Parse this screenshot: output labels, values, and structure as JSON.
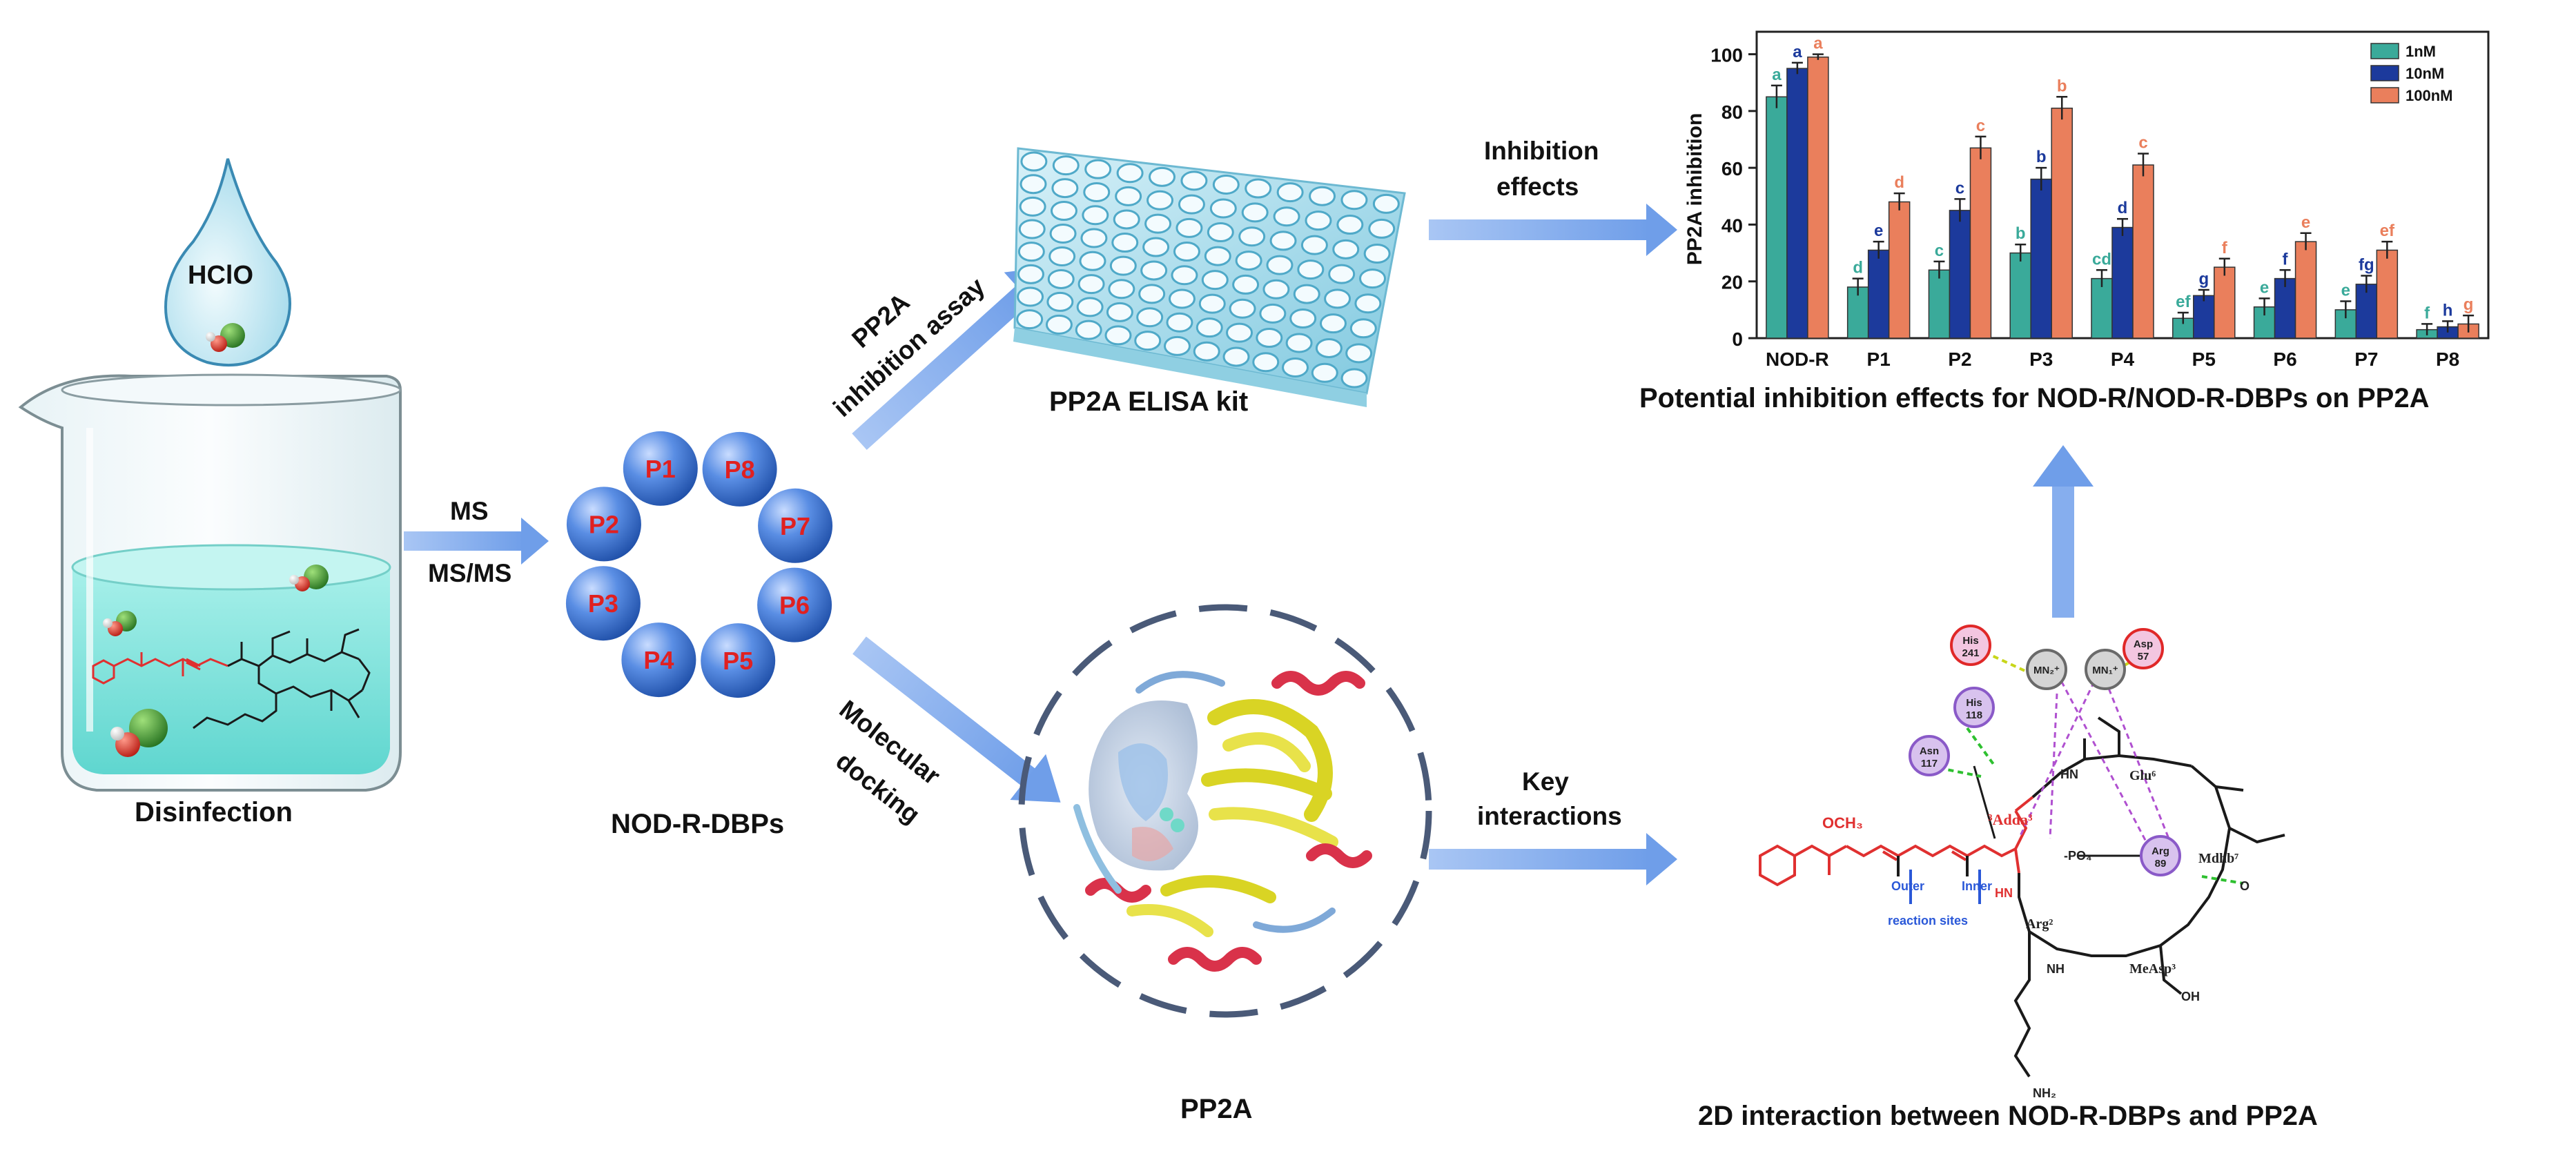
{
  "beaker": {
    "drop_label": "HClO",
    "caption": "Disinfection",
    "colors": {
      "liquid": "#8fe6e0",
      "drop": "#c6eef7",
      "structure": "#1a1a1a",
      "highlight": "#e03030"
    }
  },
  "step_ms": {
    "line1": "MS",
    "line2": "MS/MS"
  },
  "products": {
    "caption": "NOD-R-DBPs",
    "spheres": [
      "P1",
      "P8",
      "P7",
      "P6",
      "P5",
      "P4",
      "P3",
      "P2"
    ],
    "colors": {
      "sphere": "#4a7fd6",
      "label": "#e02020"
    }
  },
  "arrow_assay": {
    "line1": "PP2A",
    "line2": "inhibition assay"
  },
  "arrow_docking": {
    "line1": "Molecular",
    "line2": "docking"
  },
  "elisa": {
    "caption": "PP2A ELISA kit"
  },
  "protein": {
    "caption": "PP2A"
  },
  "arrow_inhibition": {
    "line1": "Inhibition",
    "line2": "effects"
  },
  "arrow_key": {
    "line1": "Key",
    "line2": "interactions"
  },
  "chart_caption": "Potential inhibition effects for NOD-R/NOD-R-DBPs on PP2A",
  "interaction_caption": "2D interaction between NOD-R-DBPs and PP2A",
  "interaction": {
    "residues": [
      {
        "name": "His",
        "num": "241",
        "style": "red"
      },
      {
        "name": "MN₂⁺",
        "num": "",
        "style": "gray"
      },
      {
        "name": "MN₁⁺",
        "num": "",
        "style": "gray"
      },
      {
        "name": "Asp",
        "num": "57",
        "style": "red"
      },
      {
        "name": "His",
        "num": "118",
        "style": "purple"
      },
      {
        "name": "Asn",
        "num": "117",
        "style": "purple"
      },
      {
        "name": "Arg",
        "num": "89",
        "style": "purple"
      }
    ],
    "labels": {
      "adda": "³Adda³",
      "och3": "OCH₃",
      "outer": "Outer",
      "inner": "Inner",
      "reaction_sites": "reaction sites",
      "po4": "-PO₄",
      "mdhb": "Mdhb⁷",
      "glu": "Glu⁶",
      "arg2": "Arg²",
      "measp": "MeAsp³",
      "oh": "OH",
      "nh2": "NH₂",
      "hn": "HN",
      "nh": "NH",
      "o": "O",
      "hn_red": "HN"
    }
  },
  "chart_data": {
    "type": "bar",
    "categories": [
      "NOD-R",
      "P1",
      "P2",
      "P3",
      "P4",
      "P5",
      "P6",
      "P7",
      "P8"
    ],
    "ylabel": "PP2A inhibition",
    "xlabel": "",
    "ylim": [
      0,
      105
    ],
    "yticks": [
      0,
      20,
      40,
      60,
      80,
      100
    ],
    "grid": false,
    "legend_position": "top-right",
    "series": [
      {
        "name": "1nM",
        "color": "#3aaa9a",
        "values": [
          85,
          18,
          24,
          30,
          21,
          7,
          11,
          10,
          3
        ],
        "errors": [
          4,
          3,
          3,
          3,
          3,
          2,
          3,
          3,
          2
        ],
        "letters": [
          "a",
          "d",
          "c",
          "b",
          "cd",
          "ef",
          "e",
          "e",
          "f"
        ]
      },
      {
        "name": "10nM",
        "color": "#1c3a9c",
        "values": [
          95,
          31,
          45,
          56,
          39,
          15,
          21,
          19,
          4
        ],
        "errors": [
          2,
          3,
          4,
          4,
          3,
          2,
          3,
          3,
          2
        ],
        "letters": [
          "a",
          "e",
          "c",
          "b",
          "d",
          "g",
          "f",
          "fg",
          "h"
        ]
      },
      {
        "name": "100nM",
        "color": "#ea7f5c",
        "values": [
          99,
          48,
          67,
          81,
          61,
          25,
          34,
          31,
          5
        ],
        "errors": [
          1,
          3,
          4,
          4,
          4,
          3,
          3,
          3,
          3
        ],
        "letters": [
          "a",
          "d",
          "c",
          "b",
          "c",
          "f",
          "e",
          "ef",
          "g"
        ]
      }
    ]
  }
}
